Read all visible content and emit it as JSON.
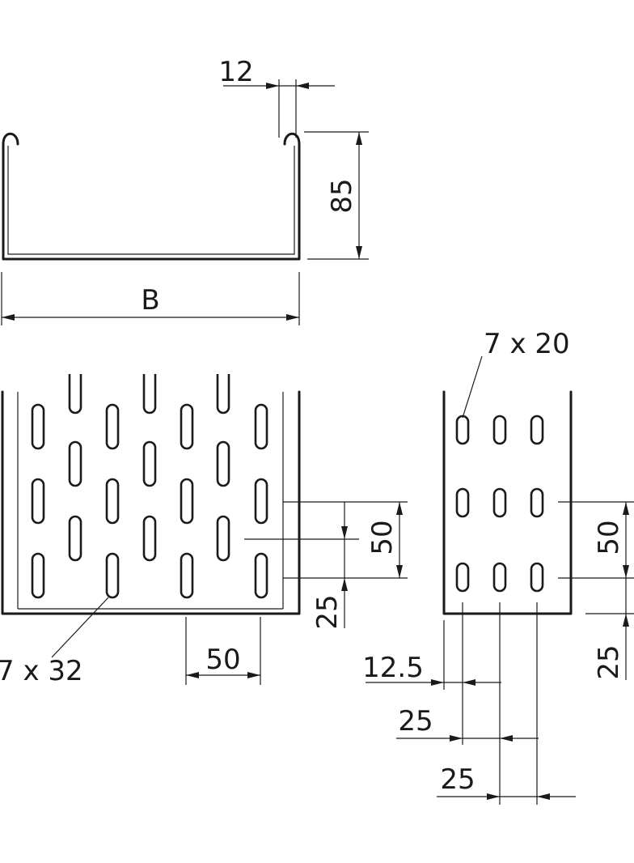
{
  "profile": {
    "lip_width": "12",
    "height": "85",
    "width": "B"
  },
  "bottom_view": {
    "slot_size": "7 x 32",
    "row_pitch": "50",
    "edge_offset": "25",
    "column_pitch": "50"
  },
  "side_view": {
    "slot_size": "7 x 20",
    "row_pitch": "50",
    "edge_offset": "25",
    "first_column_offset": "12.5",
    "column_pitch_1": "25",
    "column_pitch_2": "25"
  }
}
